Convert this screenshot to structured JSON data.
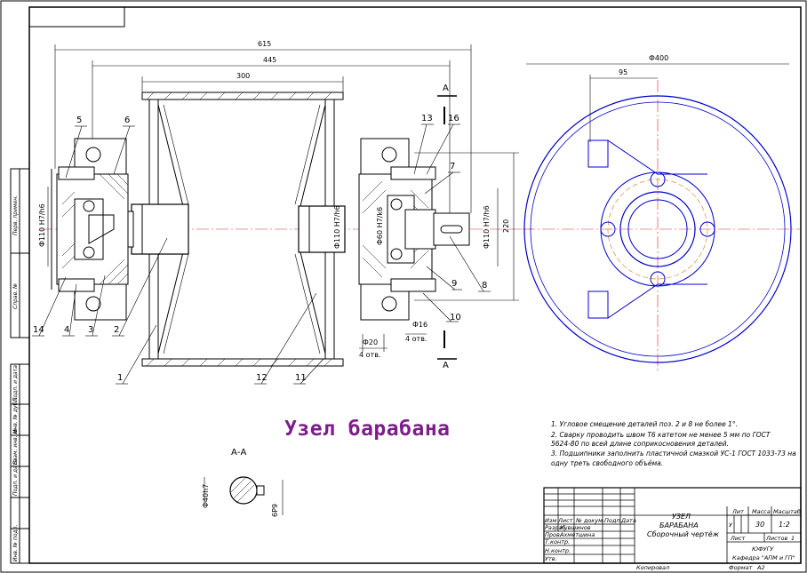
{
  "title": "Узел барабана",
  "colors": {
    "title": "#7d1d8a",
    "lines": "#0000cc",
    "axis": "#d03030",
    "center": "#e07020",
    "frame": "#000000"
  },
  "dimensions": {
    "d615": "615",
    "d445": "445",
    "d300": "300",
    "d400": "Ф400",
    "d95": "95",
    "d220": "220",
    "d110_left": "Ф110 H7/h6",
    "d110_mid": "Ф110 H7/h6",
    "d60": "Ф60 H7/k6",
    "d110_right": "Ф110 H7/h6",
    "d16": "Ф16",
    "d16b": "4 отв.",
    "d20": "Ф20",
    "d20b": "4 отв."
  },
  "section_marks": {
    "top": "А",
    "bottom": "А",
    "section": "А-А",
    "shaft_d": "Ф40h7",
    "key": "6P9"
  },
  "callouts": [
    "1",
    "2",
    "3",
    "4",
    "5",
    "6",
    "7",
    "8",
    "9",
    "10",
    "11",
    "12",
    "13",
    "14",
    "16"
  ],
  "notes": [
    "1. Угловое смещение деталей поз. 2 и 8 не более 1°.",
    "2. Сварку проводить швом Т6 катетом не менее 5 мм по ГОСТ",
    "5624-80 по всей длине соприкосновения деталей.",
    "3. Подшипники заполнить пластичной смазкой УС-1 ГОСТ 1033-73 на",
    "одну треть свободного объёма."
  ],
  "title_block": {
    "name1": "УЗЕЛ",
    "name2": "БАРАБАНА",
    "name3": "Сборочный чертёж",
    "lit": "Лит",
    "mass": "Масса",
    "scale": "Масштаб",
    "mass_v": "30",
    "scale_v": "1:2",
    "u": "У",
    "sheet": "Лист",
    "sheets": "Листов",
    "sheets_v": "1",
    "org": "ЮФУГУ",
    "org2": "Кафедра \"АПМ и ГП\"",
    "copy": "Копировал",
    "format": "Формат",
    "format_v": "А2",
    "h_izm": "Изм",
    "h_list": "Лист",
    "h_doc": "№ докум.",
    "h_sign": "Подп.",
    "h_date": "Дата",
    "r_razr": "Разраб.",
    "r_prov": "Пров.",
    "r_tkontr": "Т.контр.",
    "r_nkontr": "Н.контр.",
    "r_utv": "Утв.",
    "n_razr": "Кувшинов",
    "n_prov": "Ахметшина"
  },
  "side_strip": [
    "Перв. примен.",
    "Справ. №",
    "Подп. и дата",
    "Инв. № дубл.",
    "Взам. инв. №",
    "Подп. и дата",
    "Инв. № подл."
  ]
}
